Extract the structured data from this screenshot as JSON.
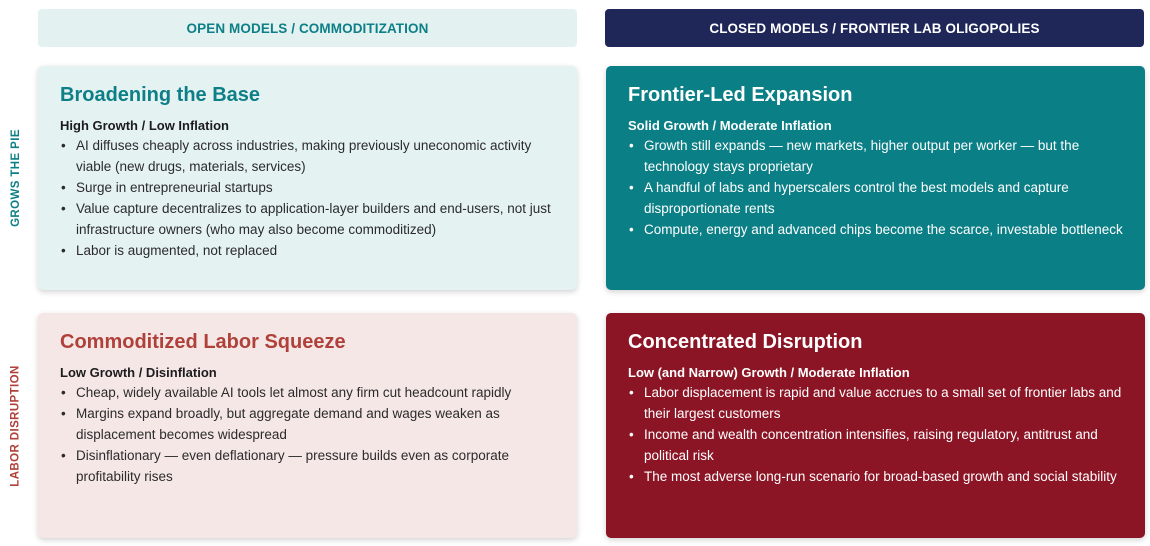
{
  "columns": {
    "open": "OPEN MODELS / COMMODITIZATION",
    "closed": "CLOSED MODELS / FRONTIER LAB OLIGOPOLIES"
  },
  "rows": {
    "top": "GROWS THE PIE",
    "bottom": "LABOR DISRUPTION"
  },
  "quadrants": {
    "top_left": {
      "title": "Broadening the Base",
      "subtitle": "High Growth / Low Inflation",
      "bullets": [
        "AI diffuses cheaply across industries, making previously uneconomic activity viable (new drugs, materials, services)",
        "Surge in entrepreneurial startups",
        "Value capture decentralizes to application-layer builders and end-users, not just infrastructure owners (who may also become commoditized)",
        "Labor is augmented, not replaced"
      ]
    },
    "top_right": {
      "title": "Frontier-Led Expansion",
      "subtitle": "Solid Growth / Moderate Inflation",
      "bullets": [
        "Growth still expands — new markets, higher output per worker — but the technology stays proprietary",
        "A handful of labs and hyperscalers control the best models and capture disproportionate rents",
        "Compute, energy and advanced chips become the scarce, investable bottleneck"
      ]
    },
    "bottom_left": {
      "title": "Commoditized Labor Squeeze",
      "subtitle": "Low Growth / Disinflation",
      "bullets": [
        "Cheap, widely available AI tools let almost any firm cut headcount rapidly",
        "Margins expand broadly, but aggregate demand and wages weaken as displacement becomes widespread",
        "Disinflationary — even deflationary — pressure builds even as corporate profitability rises"
      ]
    },
    "bottom_right": {
      "title": "Concentrated Disruption",
      "subtitle": "Low (and Narrow) Growth / Moderate Inflation",
      "bullets": [
        "Labor displacement is rapid and value accrues to a small set of frontier labs and their largest customers",
        "Income and wealth concentration intensifies, raising regulatory, antitrust and political risk",
        "The most adverse long-run scenario for broad-based growth and social stability"
      ]
    }
  }
}
